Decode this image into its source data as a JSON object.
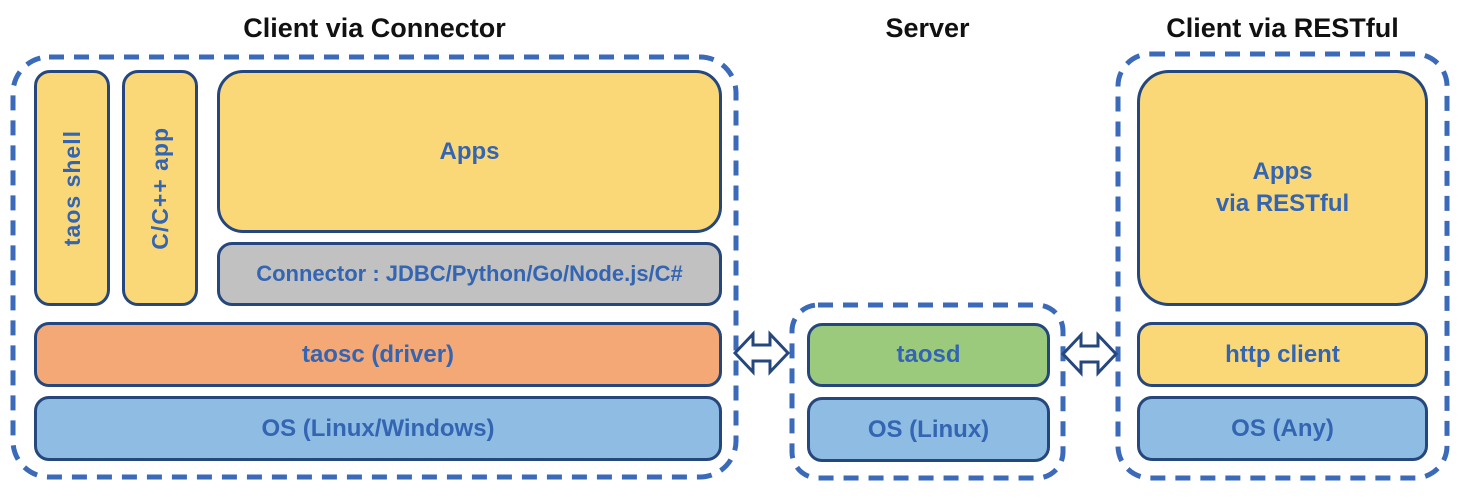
{
  "sections": {
    "client_connector": {
      "title": "Client via Connector",
      "boxes": {
        "taos_shell": "taos shell",
        "cpp_app": "C/C++ app",
        "apps": "Apps",
        "connector": "Connector : JDBC/Python/Go/Node.js/C#",
        "taosc": "taosc (driver)",
        "os": "OS (Linux/Windows)"
      }
    },
    "server": {
      "title": "Server",
      "boxes": {
        "taosd": "taosd",
        "os": "OS (Linux)"
      }
    },
    "client_restful": {
      "title": "Client via RESTful",
      "boxes": {
        "apps_restful": "Apps\nvia RESTful",
        "http_client": "http client",
        "os": "OS (Any)"
      }
    }
  },
  "connections": [
    {
      "icon": "bidirectional-arrow-icon",
      "from": "taosc (driver)",
      "to": "taosd"
    },
    {
      "icon": "bidirectional-arrow-icon",
      "from": "taosd",
      "to": "http client"
    }
  ],
  "colors": {
    "app_yellow": "#FAD878",
    "driver_orange": "#F4A876",
    "os_blue": "#8FBCE3",
    "server_green": "#9CCA7D",
    "connector_gray": "#C1C1C1",
    "box_border_navy": "#25477D",
    "dashed_border_blue": "#3A6AB8",
    "label_blue": "#3465B2",
    "title_black": "#111111"
  }
}
